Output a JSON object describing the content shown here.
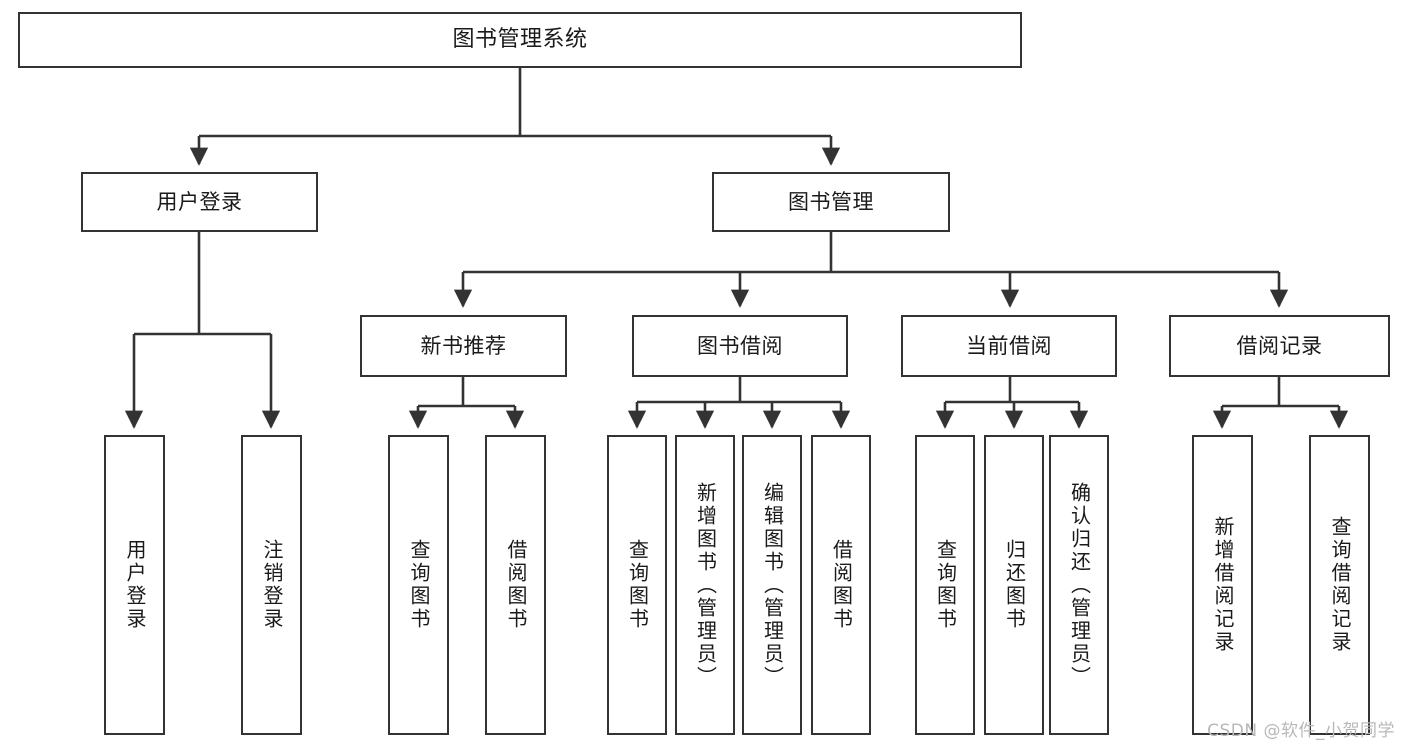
{
  "diagram": {
    "type": "hierarchy-tree",
    "title": "图书管理系统",
    "colors": {
      "box_border": "#333333",
      "box_fill": "#ffffff",
      "edge": "#333333",
      "text": "#1a1a1a",
      "watermark": "#b8b8b8",
      "background": "#ffffff"
    },
    "watermark": "CSDN @软件_小贺同学",
    "nodes": {
      "root": {
        "label": "图书管理系统"
      },
      "level1": [
        {
          "id": "user-login",
          "label": "用户登录"
        },
        {
          "id": "book-manage",
          "label": "图书管理"
        }
      ],
      "level2": [
        {
          "id": "new-book-recommend",
          "label": "新书推荐"
        },
        {
          "id": "book-borrow",
          "label": "图书借阅"
        },
        {
          "id": "current-borrow",
          "label": "当前借阅"
        },
        {
          "id": "borrow-record",
          "label": "借阅记录"
        }
      ],
      "leaves": {
        "user_login": [
          {
            "id": "leaf-user-login",
            "label": "用户登录"
          },
          {
            "id": "leaf-logout-login",
            "label": "注销登录"
          }
        ],
        "new_book_recommend": [
          {
            "id": "leaf-query-book-1",
            "label": "查询图书"
          },
          {
            "id": "leaf-borrow-book-1",
            "label": "借阅图书"
          }
        ],
        "book_borrow": [
          {
            "id": "leaf-query-book-2",
            "label": "查询图书"
          },
          {
            "id": "leaf-add-book",
            "label": "新增图书（管理员）"
          },
          {
            "id": "leaf-edit-book",
            "label": "编辑图书（管理员）"
          },
          {
            "id": "leaf-borrow-book-2",
            "label": "借阅图书"
          }
        ],
        "current_borrow": [
          {
            "id": "leaf-query-book-3",
            "label": "查询图书"
          },
          {
            "id": "leaf-return-book",
            "label": "归还图书"
          },
          {
            "id": "leaf-confirm-return",
            "label": "确认归还（管理员）"
          }
        ],
        "borrow_record": [
          {
            "id": "leaf-add-record",
            "label": "新增借阅记录"
          },
          {
            "id": "leaf-query-record",
            "label": "查询借阅记录"
          }
        ]
      }
    }
  }
}
